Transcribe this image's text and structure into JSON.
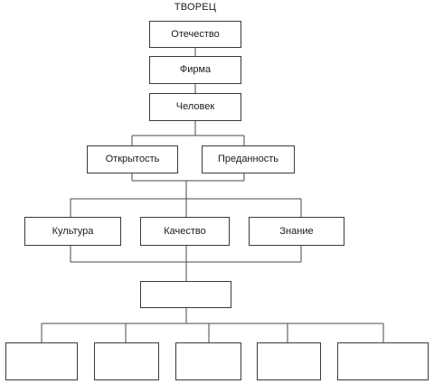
{
  "diagram": {
    "title": "ТВОРЕЦ",
    "nodes": {
      "otechestvo": "Отечество",
      "firma": "Фирма",
      "chelovek": "Человек",
      "otkrytost": "Открытость",
      "predannost": "Преданность",
      "kultura": "Культура",
      "kachestvo": "Качество",
      "znanie": "Знание",
      "center_box": "",
      "bottom_1": "",
      "bottom_2": "",
      "bottom_3": "",
      "bottom_4": "",
      "bottom_5": ""
    }
  }
}
